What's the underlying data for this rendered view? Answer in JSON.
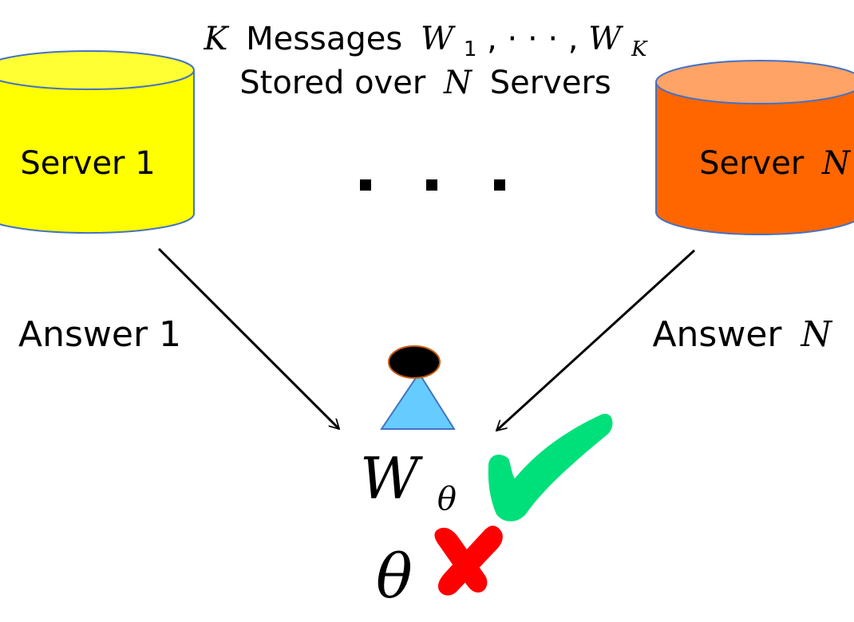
{
  "header": {
    "line1_prefix_var": "K",
    "line1_text": "Messages",
    "line1_w": "W",
    "line1_sub_1": "1",
    "line1_sep": ", · · · ,",
    "line1_sub_k": "K",
    "line2_text": "Stored over",
    "line2_var": "N",
    "line2_suffix": "Servers"
  },
  "servers": {
    "server1_label": "Server 1",
    "serverN_prefix": "Server",
    "serverN_var": "N",
    "server1_color": "#ffff00",
    "server1_top_color": "#ffff33",
    "serverN_color": "#ff6600",
    "serverN_top_color": "#ffa366",
    "border_color": "#4472c4"
  },
  "ellipsis": "▪ ▪ ▪",
  "answers": {
    "answer1": "Answer 1",
    "answerN_prefix": "Answer",
    "answerN_var": "N"
  },
  "user": {
    "head_color": "#000000",
    "head_border": "#c55a11",
    "body_color": "#66ccff",
    "body_border": "#4472c4"
  },
  "result": {
    "desired_w": "W",
    "desired_sub": "θ",
    "check_color": "#00e07a",
    "hidden_var": "θ",
    "cross_color": "#ff0000"
  }
}
